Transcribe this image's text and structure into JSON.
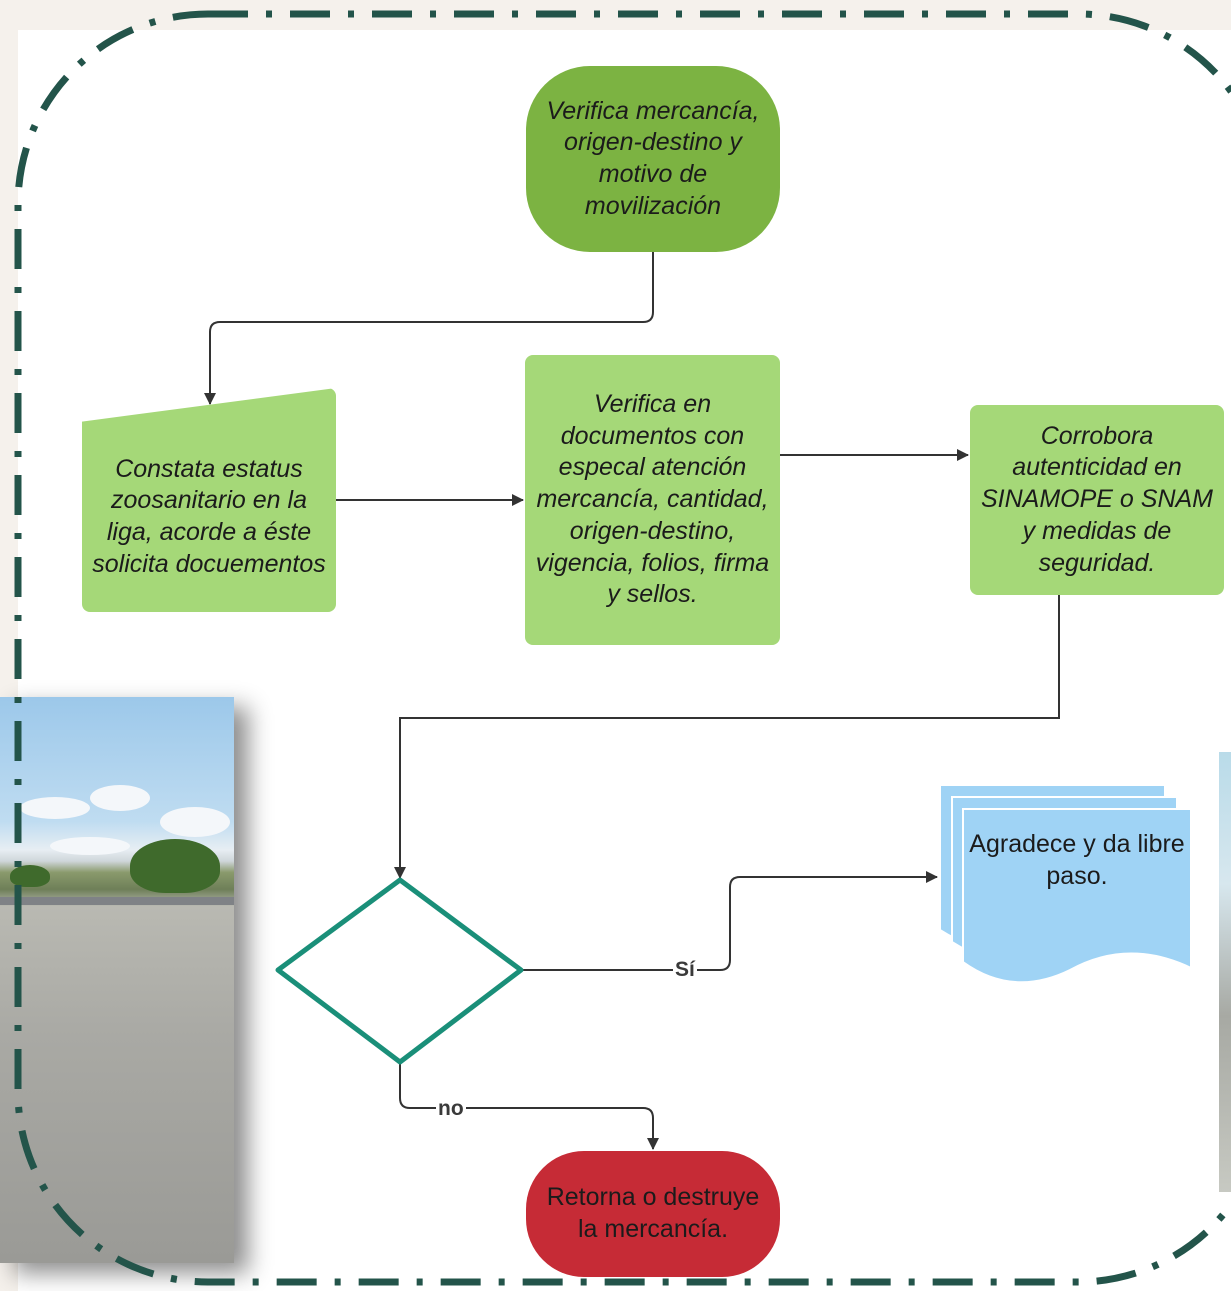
{
  "diagram": {
    "nodes": {
      "start": "Verifica mercancía, origen-destino y motivo de movilización",
      "constata": "Constata estatus zoosanitario en la liga, acorde a éste solicita docuementos",
      "verifica": "Verifica en documentos con especal atención mercancía, cantidad, origen-destino, vigencia, folios, firma y sellos.",
      "corrobora": "Corrobora autenticidad  en SINAMOPE o SNAM y  medidas de seguridad.",
      "agradece": "Agradece y da libre paso.",
      "retorna": "Retorna o destruye la mercancía."
    },
    "edges": {
      "yes_label": "Sí",
      "no_label": "no"
    }
  },
  "colors": {
    "start_fill": "#7cb342",
    "process_fill": "#a5d878",
    "decision_stroke": "#1a8f79",
    "document_fill": "#9fd3f5",
    "terminal_fill": "#c62b36",
    "frame_stroke": "#23544a",
    "connector": "#333333"
  }
}
